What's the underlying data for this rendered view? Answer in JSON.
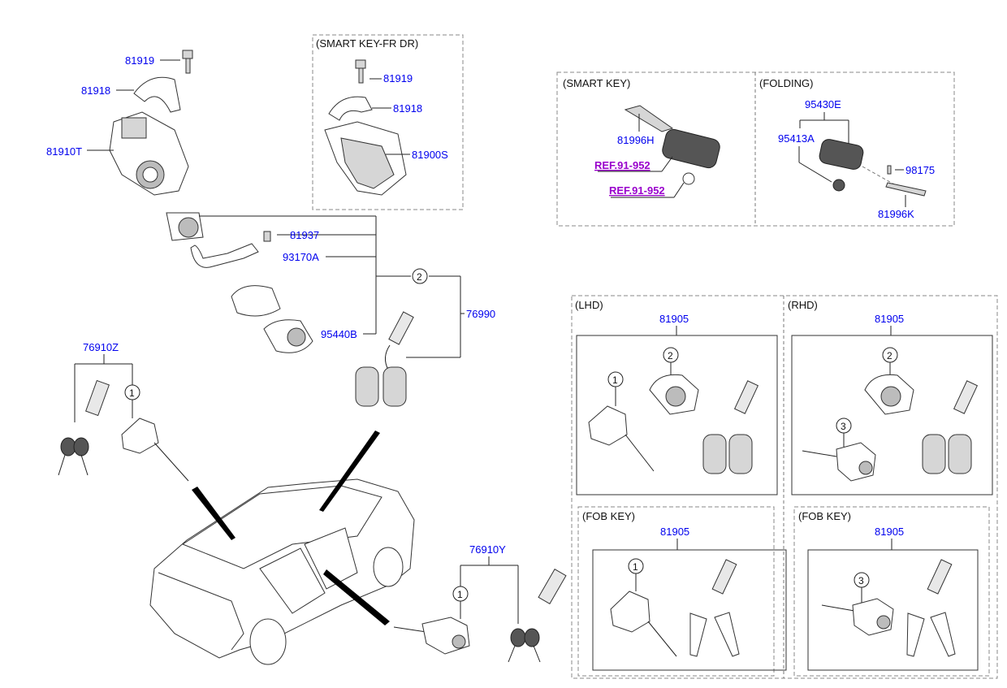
{
  "sections": {
    "smart_key_fr_dr": "(SMART KEY-FR DR)",
    "smart_key": "(SMART KEY)",
    "folding": "(FOLDING)",
    "lhd": "(LHD)",
    "rhd": "(RHD)",
    "fob_key_left": "(FOB KEY)",
    "fob_key_right": "(FOB KEY)"
  },
  "parts": {
    "p81919_a": "81919",
    "p81918_a": "81918",
    "p81910T": "81910T",
    "p81919_b": "81919",
    "p81918_b": "81918",
    "p81900S": "81900S",
    "p81937": "81937",
    "p93170A": "93170A",
    "p95440B": "95440B",
    "p76990": "76990",
    "p76910Z": "76910Z",
    "p76910Y": "76910Y",
    "p81996H": "81996H",
    "ref_a": "REF.91-952",
    "ref_b": "REF.91-952",
    "p95430E": "95430E",
    "p95413A": "95413A",
    "p98175": "98175",
    "p81996K": "81996K",
    "p81905_lhd": "81905",
    "p81905_rhd": "81905",
    "p81905_fob_l": "81905",
    "p81905_fob_r": "81905"
  },
  "callouts": {
    "c2_main": "2",
    "c1_left": "1",
    "c1_bottom": "1",
    "lhd_c1": "1",
    "lhd_c2": "2",
    "rhd_c2": "2",
    "rhd_c3": "3",
    "fob_l_c1": "1",
    "fob_r_c3": "3"
  }
}
